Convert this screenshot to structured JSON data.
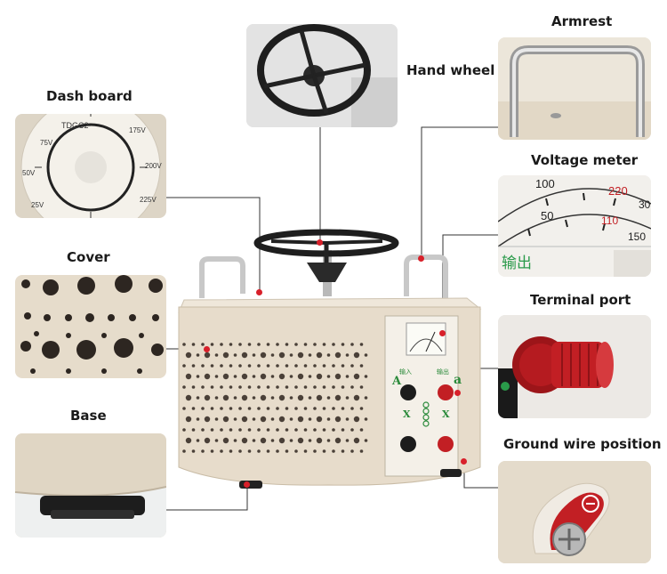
{
  "callouts": {
    "dash_board": "Dash board",
    "hand_wheel": "Hand wheel",
    "armrest": "Armrest",
    "voltage_meter": "Voltage meter",
    "cover": "Cover",
    "terminal_port": "Terminal port",
    "base": "Base",
    "ground_wire_position": "Ground wire position"
  },
  "dial_text": {
    "model": "TDGC2-",
    "v75": "75V",
    "v175": "175V",
    "v200": "200V",
    "v225": "225V",
    "v25": "25V",
    "v50": "50V"
  },
  "meter_text": {
    "s100": "100",
    "s220": "220",
    "s50": "50",
    "s110": "110",
    "s30": "30",
    "s150": "150",
    "output_cn": "输出"
  },
  "terminal_text": {
    "A": "A",
    "a": "a",
    "X1": "X",
    "X2": "X",
    "input_cn": "输入",
    "output_cn": "输出"
  },
  "colors": {
    "body": "#e7dccb",
    "callout_line": "#333333",
    "marker": "#d8202a",
    "knob_red": "#c21f24"
  }
}
